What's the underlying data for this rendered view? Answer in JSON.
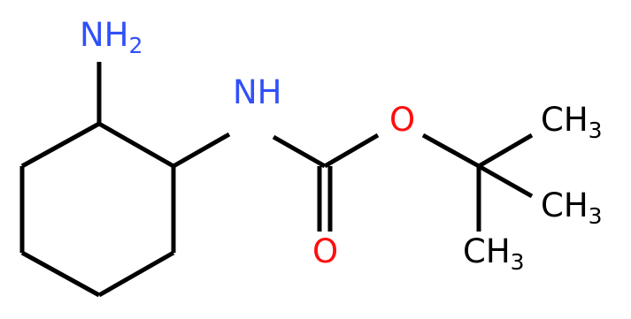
{
  "colors": {
    "background": "#ffffff",
    "bond": "#000000",
    "nitrogen": "#3050f8",
    "oxygen": "#ff0d0d",
    "carbon_label": "#000000"
  },
  "atoms": {
    "amine": {
      "main": "NH",
      "sub": "2"
    },
    "amide_n": {
      "main": "NH"
    },
    "ester_o": {
      "main": "O"
    },
    "carbonyl_o": {
      "main": "O"
    },
    "methyl_1": {
      "main": "CH",
      "sub": "3"
    },
    "methyl_2": {
      "main": "CH",
      "sub": "3"
    },
    "methyl_3": {
      "main": "CH",
      "sub": "3"
    }
  }
}
